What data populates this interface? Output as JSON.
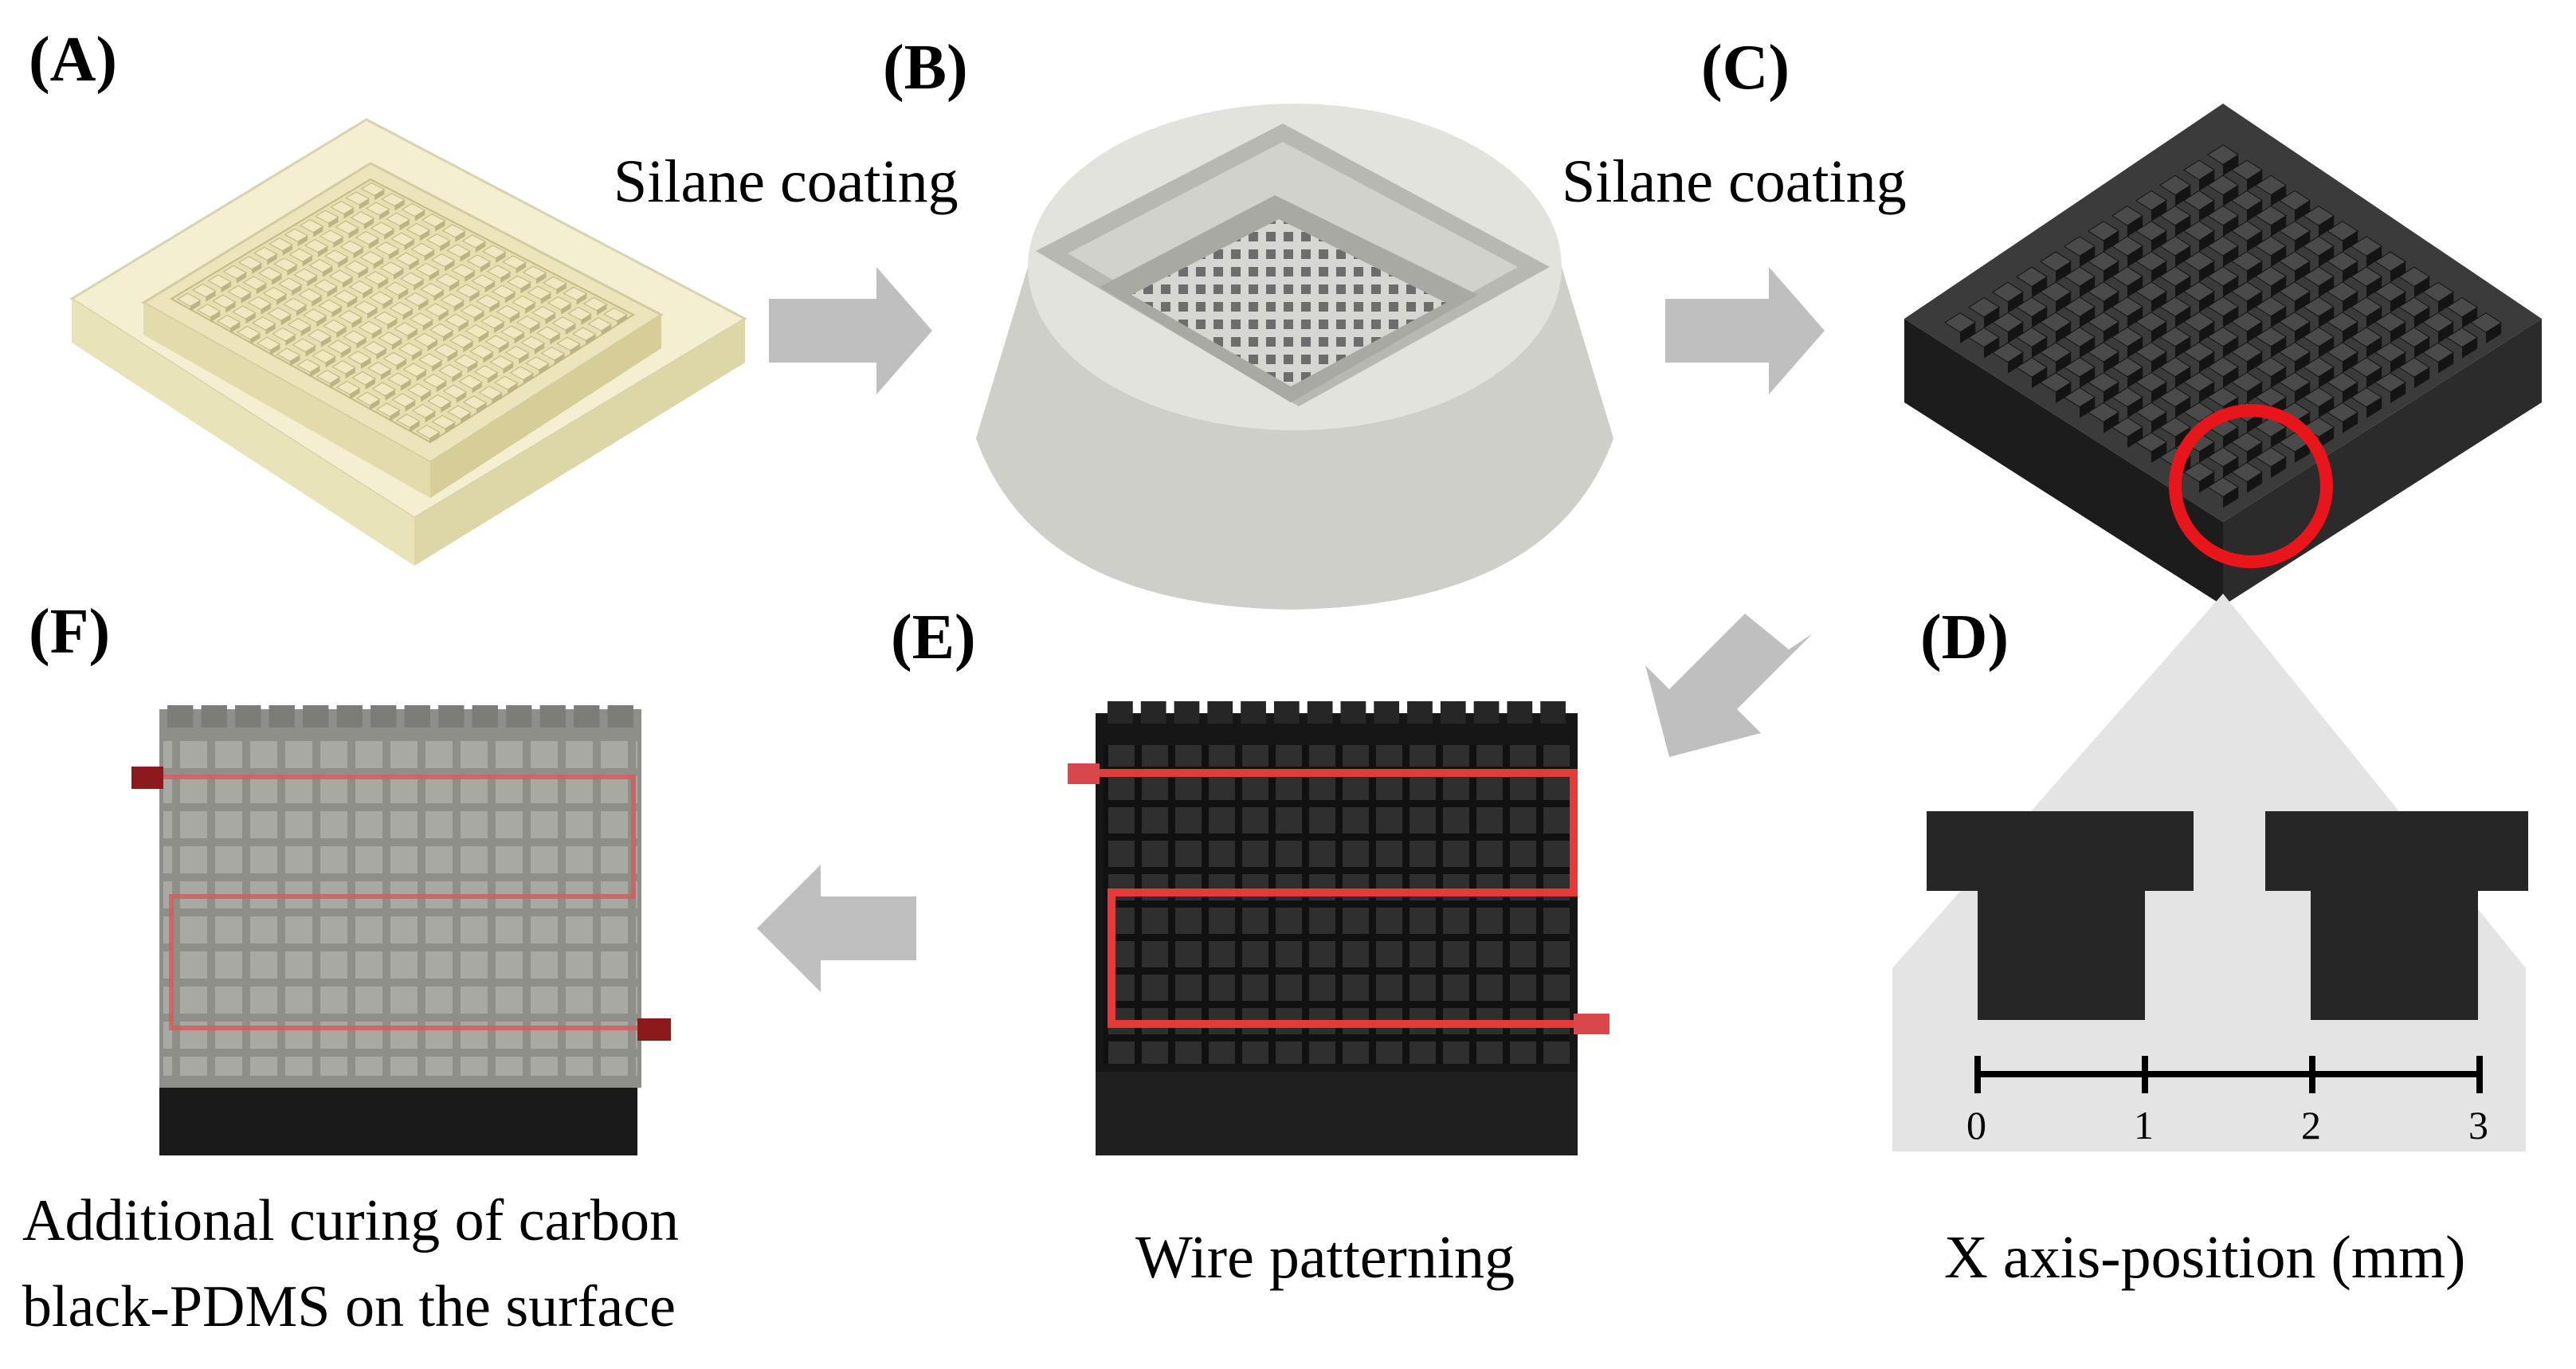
{
  "panels": {
    "a": "(A)",
    "b": "(B)",
    "c": "(C)",
    "d": "(D)",
    "e": "(E)",
    "f": "(F)"
  },
  "steps": {
    "a_to_b": "Silane coating",
    "b_to_c": "Silane coating",
    "e_caption": "Wire patterning",
    "f_caption_line1": "Additional curing of carbon",
    "f_caption_line2": "black-PDMS on the surface"
  },
  "scale_bar": {
    "ticks": [
      "0",
      "1",
      "2",
      "3"
    ],
    "axis_label": "X axis-position (mm)"
  },
  "colors": {
    "arrow": "#bfbfbf",
    "highlight": "#e8161b",
    "wire": "#e33a3a",
    "dark_block": "#262626",
    "mold": "#dcdcd6",
    "master": "#f0ebc4"
  }
}
